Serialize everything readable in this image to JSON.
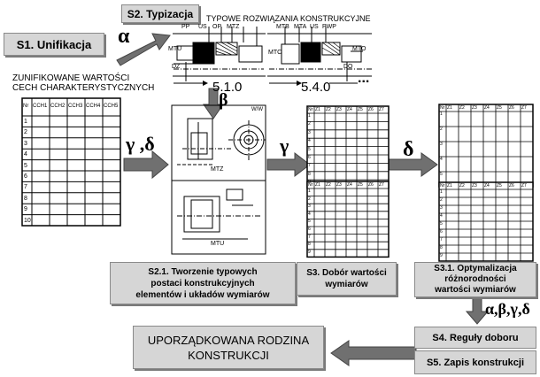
{
  "steps": {
    "s1": "S1. Unifikacja",
    "s2": "S2. Typizacja",
    "s21_l1": "S2.1. Tworzenie typowych",
    "s21_l2": "postaci  konstrukcyjnych",
    "s21_l3": "elementów i układów wymiarów",
    "s3_l1": "S3. Dobór wartości",
    "s3_l2": "wymiarów",
    "s31_l1": "S3.1. Optymalizacja",
    "s31_l2": "różnorodności",
    "s31_l3": "wartości wymiarów",
    "s4": "S4. Reguły doboru",
    "s5": "S5. Zapis konstrukcji",
    "result_l1": "UPORZĄDKOWANA RODZINA",
    "result_l2": "KONSTRUKCJI"
  },
  "greek": {
    "alpha": "α",
    "beta": "β",
    "gamma_delta": "γ ,δ",
    "gamma": "γ",
    "delta": "δ",
    "all": "α,β,γ,δ"
  },
  "unified_table": {
    "caption_l1": "ZUNIFIKOWANE  WARTOŚCI",
    "caption_l2": "CECH  CHARAKTERYSTYCZNYCH",
    "headers": [
      "Nr",
      "CCH1",
      "CCH2",
      "CCH3",
      "CCH4",
      "CCH5"
    ],
    "rows": [
      "1",
      "2",
      "3",
      "4",
      "5",
      "6",
      "7",
      "8",
      "9",
      "10"
    ]
  },
  "typical_solutions": {
    "title": "TYPOWE  ROZWIĄZANIA  KONSTRUKCYJNE",
    "labels_left": [
      "PP",
      "US",
      "OP",
      "MTZ",
      "MTU",
      "DZ"
    ],
    "labels_right": [
      "MTB",
      "MTA",
      "US",
      "PWP",
      "MTC",
      "MTO",
      "DO"
    ],
    "code_left": "5.1.0",
    "code_right": "5.4.0",
    "ellipsis": "...",
    "sketch_top_label": "MTZ",
    "sketch_bottom_label": "MTU",
    "sketch_corner": "W/W"
  },
  "selection_table": {
    "headers": [
      "Nr",
      "Z1",
      "Z2",
      "Z3",
      "Z4",
      "Z5",
      "Z6",
      "Z7"
    ],
    "rows_upper": [
      "1",
      "2",
      "3",
      "4",
      "5",
      "6",
      "7",
      "8",
      "9"
    ],
    "rows_lower": [
      "1",
      "2",
      "3",
      "4",
      "5",
      "6",
      "7",
      "8",
      "9"
    ]
  },
  "optimized_table": {
    "headers": [
      "Nr",
      "Z1",
      "Z2",
      "Z3",
      "Z4",
      "Z5",
      "Z6",
      "Z7"
    ],
    "rows_upper": [
      "1",
      "2",
      "3",
      "4",
      "5"
    ],
    "rows_lower": [
      "1",
      "2",
      "3",
      "4",
      "5",
      "6",
      "7",
      "8",
      "9"
    ]
  },
  "colors": {
    "box_fill": "#d6d6d6",
    "arrow_fill": "#707070",
    "arrow_edge": "#444444",
    "line": "#000000"
  }
}
